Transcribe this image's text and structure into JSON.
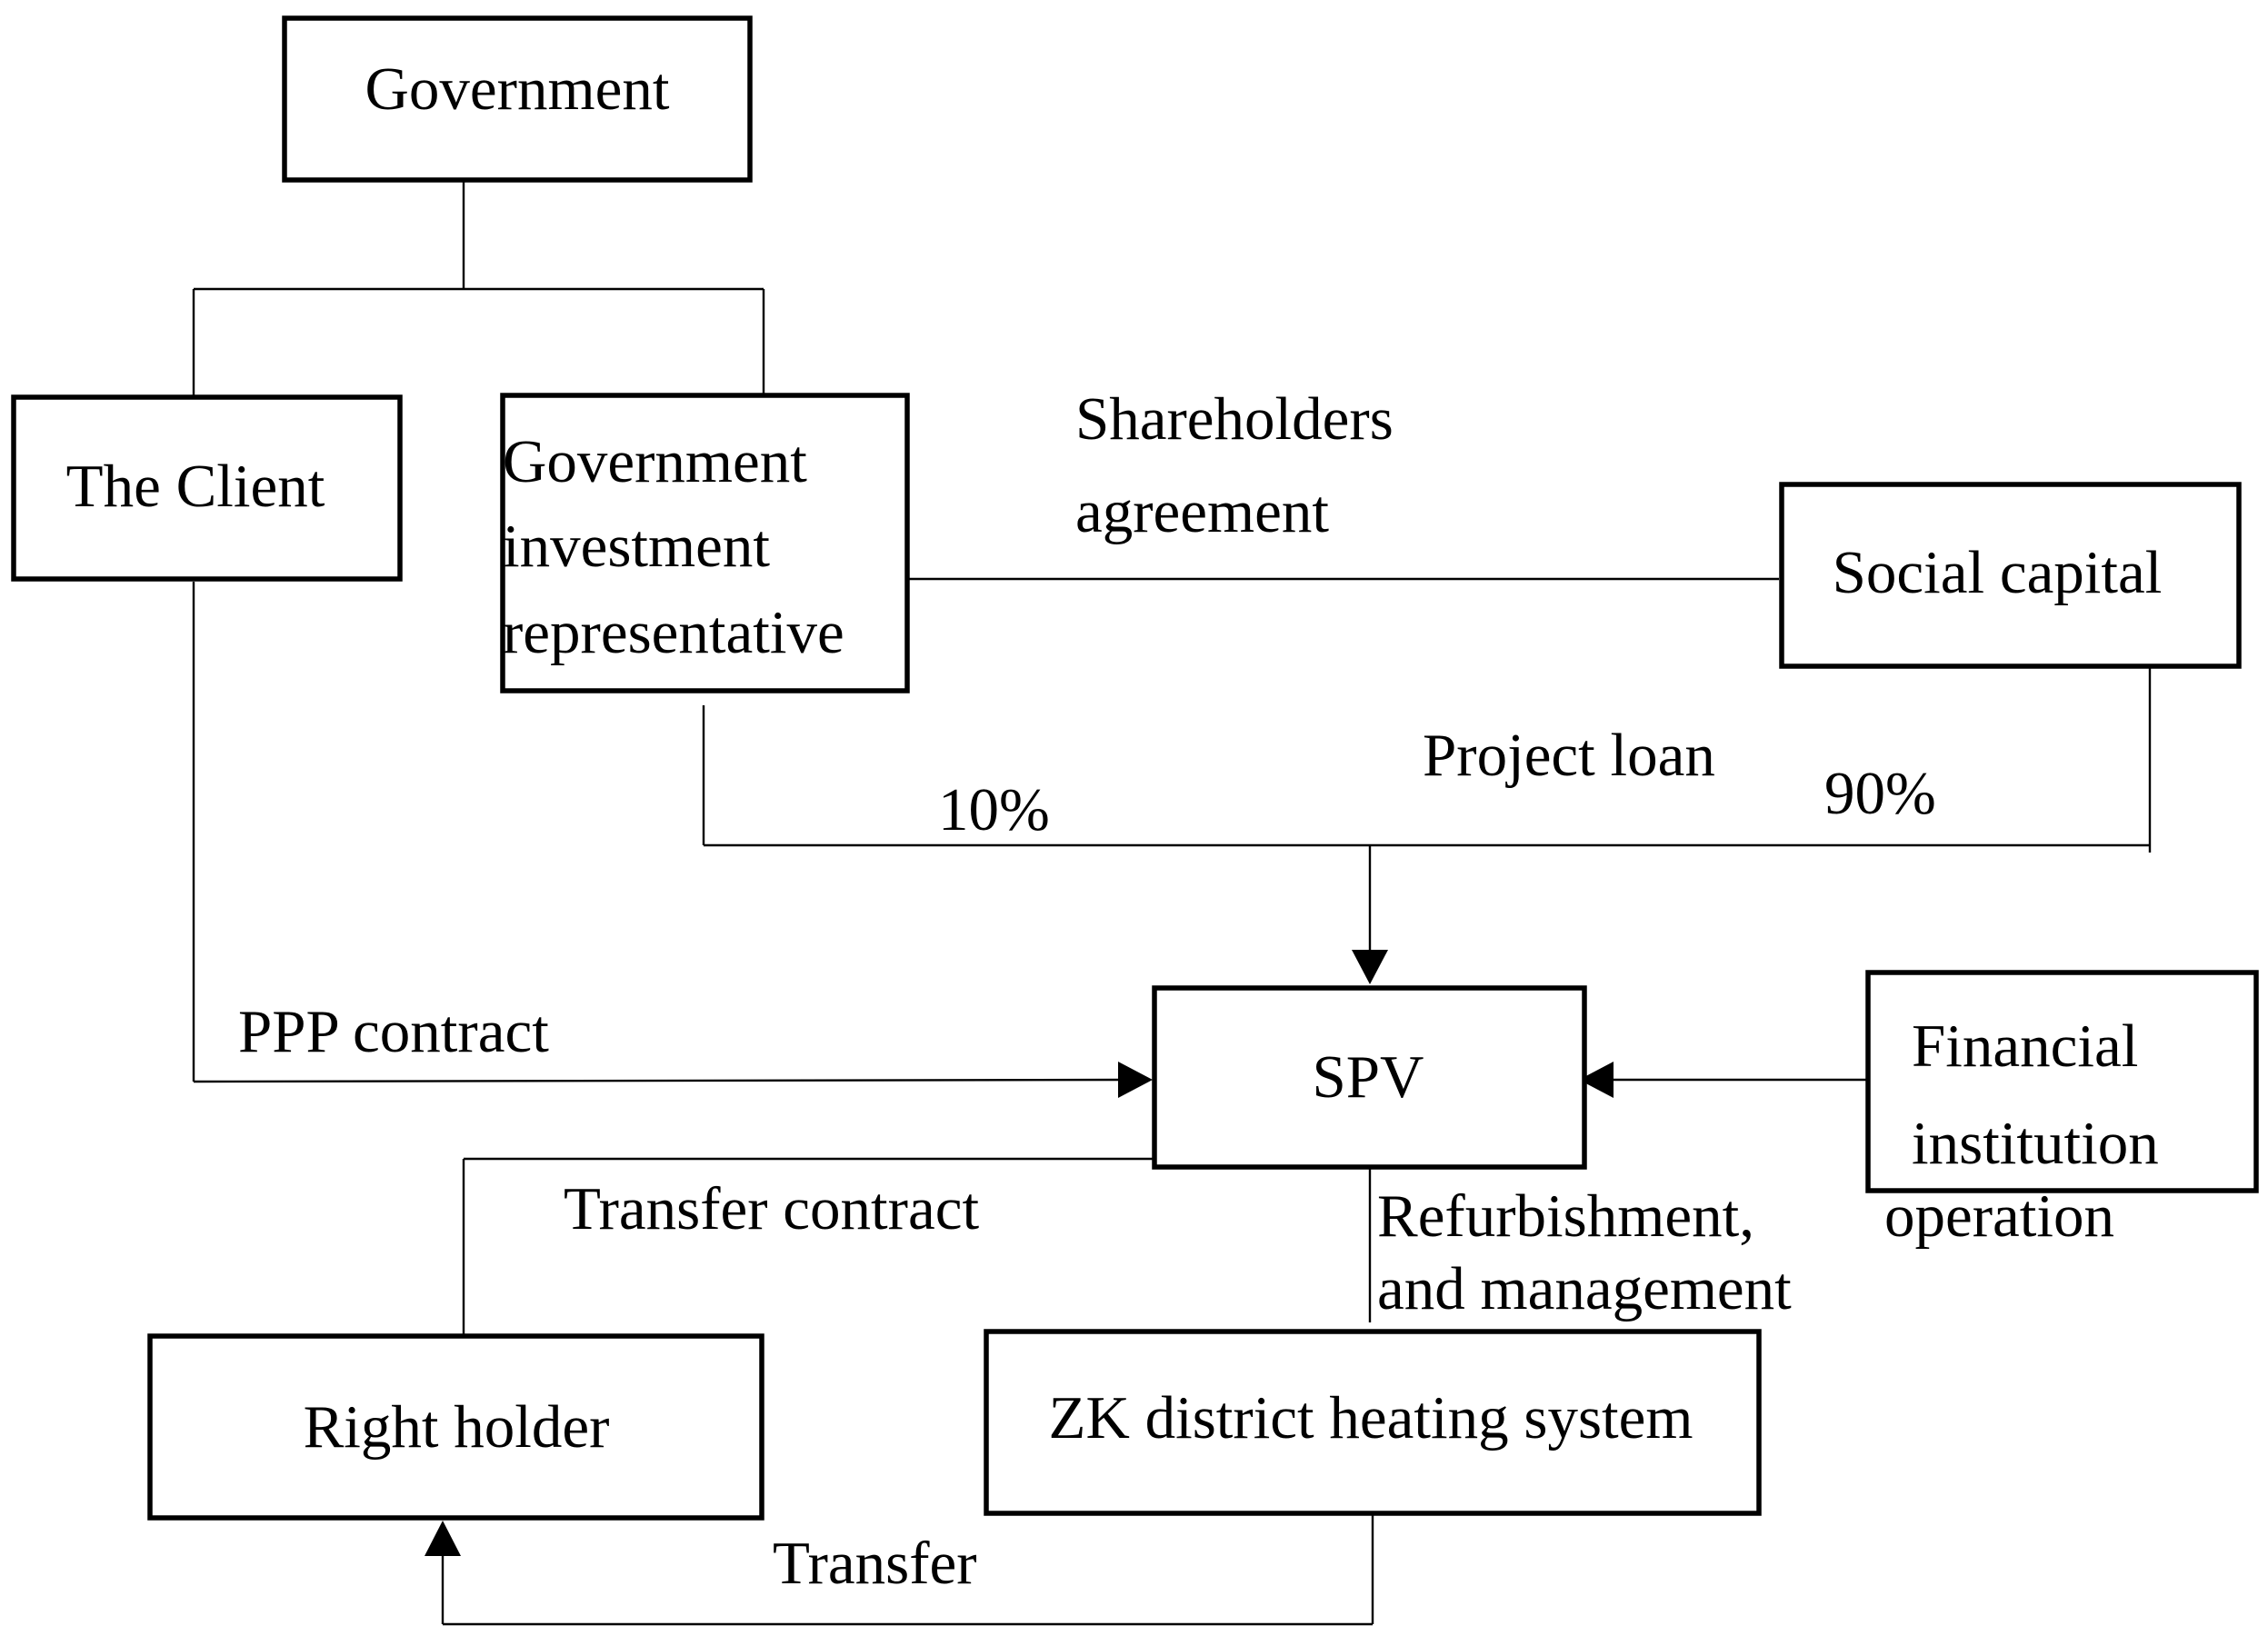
{
  "nodes": {
    "government": "Government",
    "client": "The Client",
    "gov_rep": [
      "Government",
      "investment",
      "representative"
    ],
    "social_capital": "Social capital",
    "spv": "SPV",
    "financial_institution": [
      "Financial",
      "institution"
    ],
    "right_holder": "Right holder",
    "heating_system": "ZK district heating system"
  },
  "edge_labels": {
    "shareholders_agreement": [
      "Shareholders",
      "agreement"
    ],
    "project_loan": "Project loan",
    "share_gov": "10%",
    "share_social": "90%",
    "ppp_contract": "PPP contract",
    "transfer_contract": "Transfer contract",
    "refurbishment": [
      "Refurbishment,",
      "and management"
    ],
    "operation": "operation",
    "transfer": "Transfer"
  }
}
